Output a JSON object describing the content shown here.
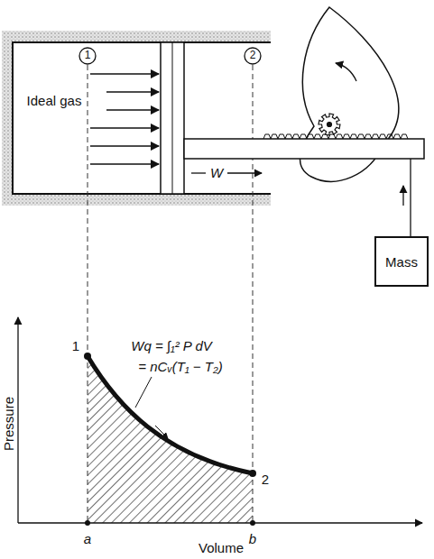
{
  "diagram": {
    "nodes": [
      {
        "text": [
          "Mass"
        ]
      }
    ],
    "labels": [
      "1",
      "2",
      "Ideal gas",
      "W",
      "Wq = ∫₁² P dV",
      "= nCᵥ(T₁ − T₂)",
      "1",
      "2",
      "a",
      "b",
      "Volume",
      "Pressure"
    ]
  }
}
